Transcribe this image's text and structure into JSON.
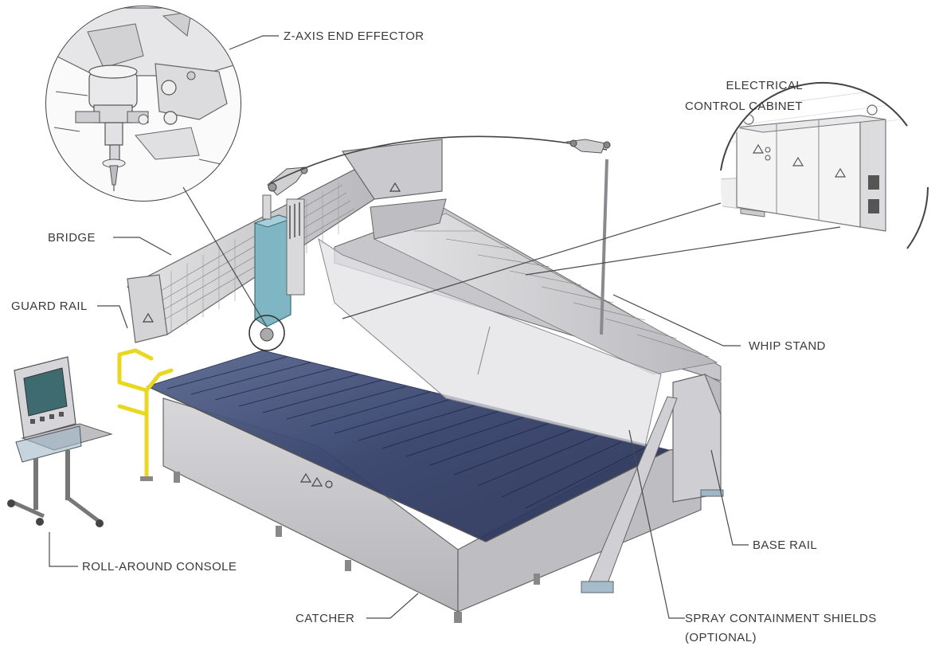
{
  "labels": {
    "z_axis": "Z-AXIS END EFFECTOR",
    "electrical_1": "ELECTRICAL",
    "electrical_2": "CONTROL CABINET",
    "bridge": "BRIDGE",
    "guard_rail": "GUARD RAIL",
    "whip_stand": "WHIP STAND",
    "roll_around": "ROLL-AROUND CONSOLE",
    "base_rail": "BASE RAIL",
    "catcher": "CATCHER",
    "spray_1": "SPRAY CONTAINMENT SHIELDS",
    "spray_2": "(OPTIONAL)"
  },
  "colors": {
    "line": "#4a4a4a",
    "text": "#3a3a3a",
    "machine_metal": "#c9c9cc",
    "machine_dark": "#8a8a8e",
    "z_axis_accent": "#7fb6c4",
    "guard_rail": "#f2e227",
    "catcher_slats": "#3b4a78"
  }
}
